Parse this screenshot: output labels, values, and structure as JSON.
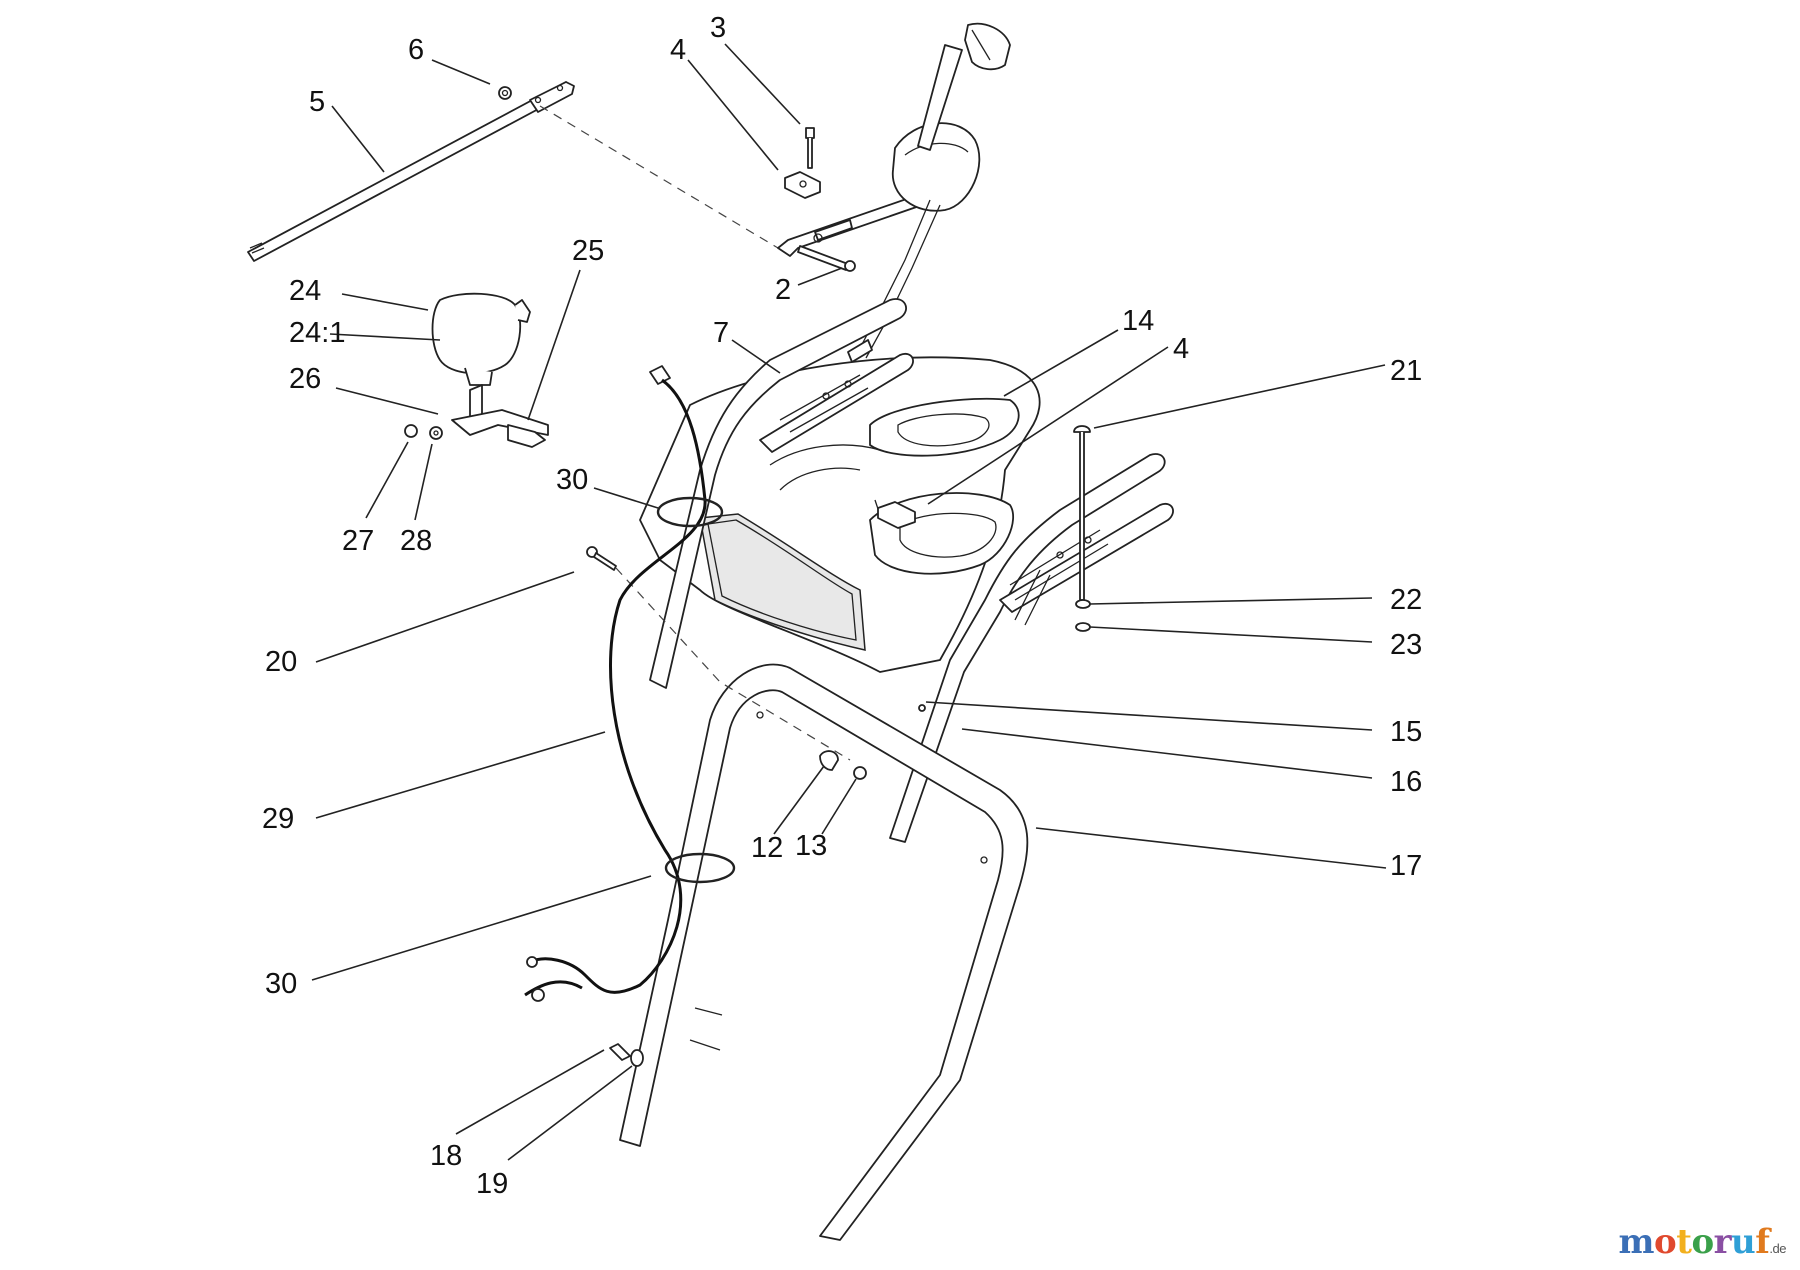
{
  "callouts": [
    {
      "id": "c3",
      "text": "3"
    },
    {
      "id": "c4a",
      "text": "4"
    },
    {
      "id": "c6",
      "text": "6"
    },
    {
      "id": "c5",
      "text": "5"
    },
    {
      "id": "c2",
      "text": "2"
    },
    {
      "id": "c25",
      "text": "25"
    },
    {
      "id": "c24",
      "text": "24"
    },
    {
      "id": "c241",
      "text": "24:1"
    },
    {
      "id": "c26",
      "text": "26"
    },
    {
      "id": "c7",
      "text": "7"
    },
    {
      "id": "c14",
      "text": "14"
    },
    {
      "id": "c4b",
      "text": "4"
    },
    {
      "id": "c21",
      "text": "21"
    },
    {
      "id": "c27",
      "text": "27"
    },
    {
      "id": "c28",
      "text": "28"
    },
    {
      "id": "c30a",
      "text": "30"
    },
    {
      "id": "c20",
      "text": "20"
    },
    {
      "id": "c22",
      "text": "22"
    },
    {
      "id": "c23",
      "text": "23"
    },
    {
      "id": "c15",
      "text": "15"
    },
    {
      "id": "c16",
      "text": "16"
    },
    {
      "id": "c29",
      "text": "29"
    },
    {
      "id": "c12",
      "text": "12"
    },
    {
      "id": "c13",
      "text": "13"
    },
    {
      "id": "c17",
      "text": "17"
    },
    {
      "id": "c30b",
      "text": "30"
    },
    {
      "id": "c18",
      "text": "18"
    },
    {
      "id": "c19",
      "text": "19"
    }
  ],
  "watermark": {
    "letters": [
      "m",
      "o",
      "t",
      "o",
      "r",
      "u",
      "f"
    ],
    "domain": ".de"
  },
  "colors": {
    "ink": "#222222",
    "watermark_letters": [
      "#3b6fb6",
      "#e0492e",
      "#f2b01e",
      "#3aa04a",
      "#8a4fa3",
      "#2f9fd6",
      "#e07a1e"
    ]
  }
}
